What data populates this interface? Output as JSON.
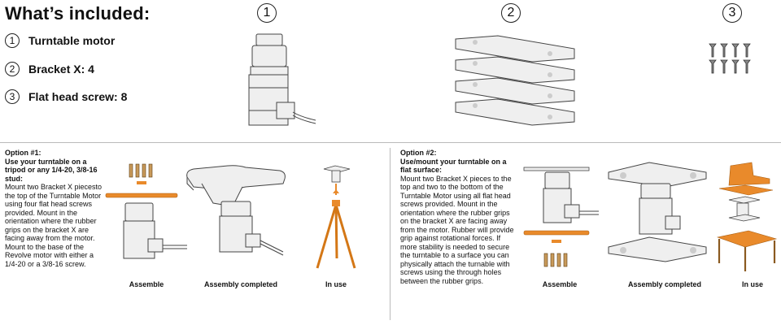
{
  "header": {
    "title": "What’s included:"
  },
  "included_items": [
    {
      "number": "1",
      "label": "Turntable motor"
    },
    {
      "number": "2",
      "label": "Bracket X: 4"
    },
    {
      "number": "3",
      "label": "Flat head screw: 8"
    }
  ],
  "figure_numbers": [
    "1",
    "2",
    "3"
  ],
  "option1": {
    "title": "Option #1:",
    "subtitle": "Use your turntable on a tripod or any 1/4-20, 3/8-16 stud:",
    "body": "Mount two Bracket X piecesto the top of the Turntable Motor using four flat head screws provided. Mount in the orientation where the rubber grips on the bracket X are facing away from the motor. Mount to the base of the Revolve motor with either a 1/4-20 or a 3/8-16 screw.",
    "captions": [
      "Assemble",
      "Assembly completed",
      "In use"
    ]
  },
  "option2": {
    "title": "Option #2:",
    "subtitle": "Use/mount your turntable on a flat surface:",
    "body": "Mount two Bracket X pieces to the top and two to the bottom of the Turntable Motor using all flat head screws provided. Mount in the orientation where the rubber grips on the bracket X are facing away from the motor. Rubber will provide grip against rotational forces. If more stability is needed to secure the turntable to a surface you can physically attach the turnable with screws using the through holes between the rubber grips.",
    "captions": [
      "Assemble",
      "Assembly completed",
      "In use"
    ]
  },
  "colors": {
    "accent": "#e98a2b",
    "line": "#444444",
    "fill": "#efefef"
  }
}
